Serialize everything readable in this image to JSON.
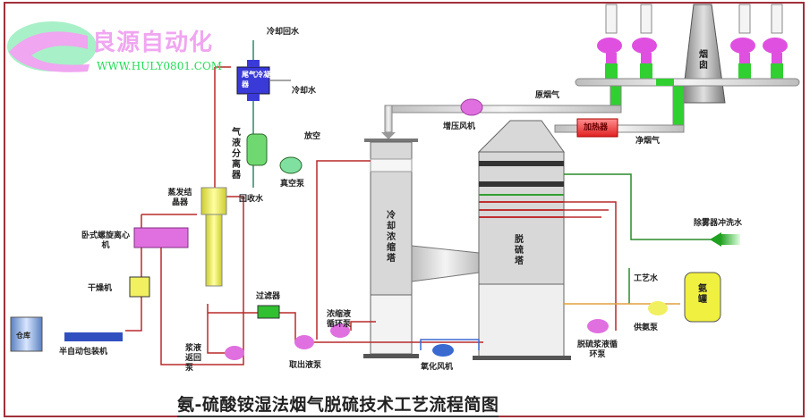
{
  "logo": {
    "name": "良源自动化",
    "url": "WWW.HULY0801.COM"
  },
  "title": "氨-硫酸铵湿法烟气脱硫技术工艺流程简图",
  "labels": {
    "cooling_return_water": "冷却回水",
    "cooling_water": "冷却水",
    "tail_gas_condenser": "尾气冷凝器",
    "gas_liquid_separator": "气液分离器",
    "vent": "放空",
    "vacuum_pump": "真空泵",
    "recovered_water": "回收水",
    "evap_crystallizer": "蒸发结晶器",
    "centrifuge": "卧式螺旋离心机",
    "dryer": "干燥机",
    "warehouse": "仓库",
    "packer": "半自动包装机",
    "slurry_pump": "浆液返回泵",
    "filter": "过滤器",
    "conc_circ_pump": "浓缩液循环泵",
    "extract_pump": "取出液泵",
    "booster_fan": "增压风机",
    "raw_flue_gas": "原烟气",
    "heater": "加热器",
    "clean_flue_gas": "净烟气",
    "chimney": "烟囱",
    "cooling_tower": "冷却浓缩塔",
    "desulf_tower": "脱硫塔",
    "demister_wash_water": "除雾器冲洗水",
    "process_water": "工艺水",
    "ammonia_tank": "氨罐",
    "ammonia_pump": "供氨泵",
    "desulf_circ_pump": "脱硫浆液循环泵",
    "oxidation_fan": "氧化风机"
  },
  "colors": {
    "frame": "#a0303a",
    "logo_pink": "#f0a6f0",
    "logo_green": "#22dd55",
    "pipe_red": "#b82a2a",
    "pipe_green": "#2a8a2a",
    "pipe_orange": "#e0a040",
    "pipe_blue": "#3a6ad0",
    "vessel_gray": "#d8d8d8",
    "condenser_blue": "#3a3ad8",
    "crystallizer_yellow": "#f0f060",
    "pump_pink": "#e070e0",
    "heater_red": "#f04040",
    "duct_green": "#30d030"
  }
}
